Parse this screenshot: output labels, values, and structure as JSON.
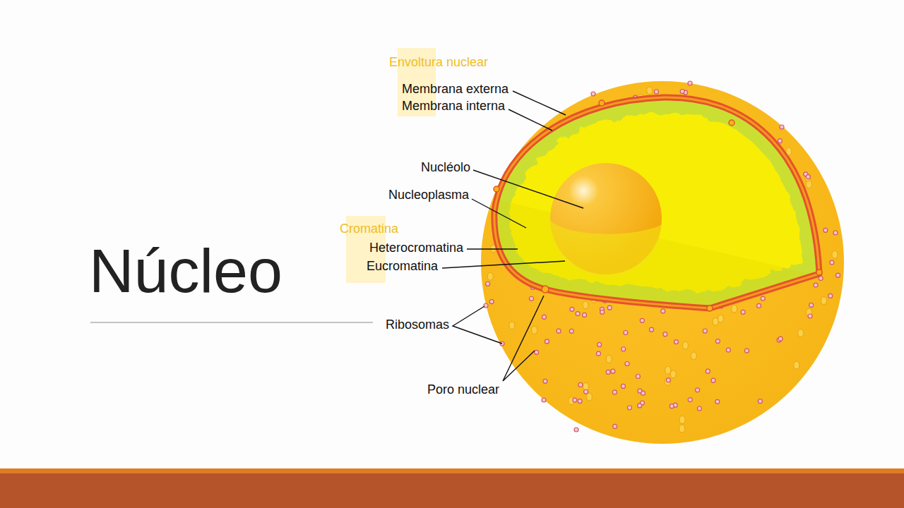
{
  "diagram": {
    "title": "Núcleo",
    "labels": [
      "Envoltura nuclear",
      "Membrana externa",
      "Membrana interna",
      "Nucléolo",
      "Nucleoplasma",
      "Cromatina",
      "Heterocromatina",
      "Eucromatina",
      "Ribosomas",
      "Poro nuclear"
    ]
  }
}
